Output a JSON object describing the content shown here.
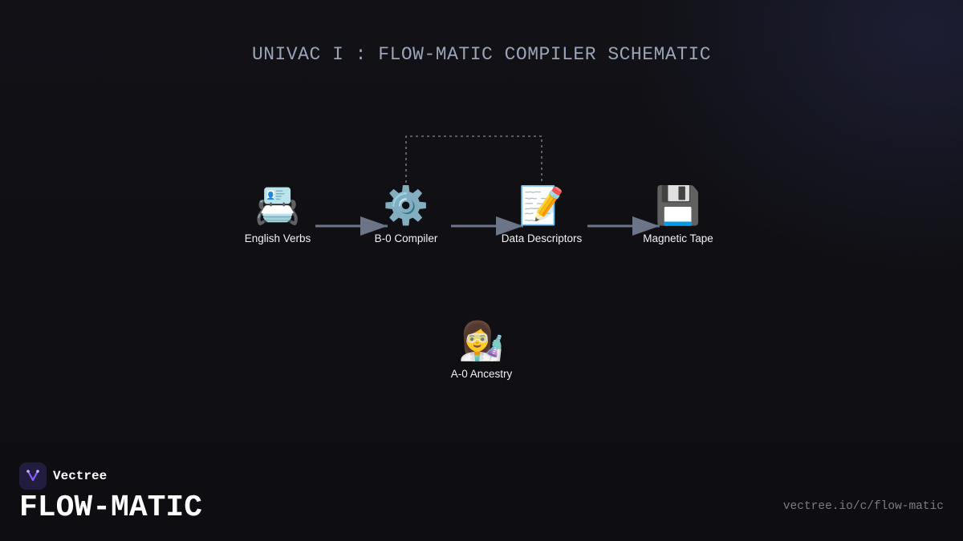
{
  "title": "UNIVAC I : FLOW-MATIC COMPILER SCHEMATIC",
  "nodes": [
    {
      "id": "english-verbs",
      "label": "English Verbs",
      "icon": "card-index-icon",
      "glyph": "📇"
    },
    {
      "id": "b0-compiler",
      "label": "B-0 Compiler",
      "icon": "gear-icon",
      "glyph": "⚙️"
    },
    {
      "id": "data-descriptors",
      "label": "Data Descriptors",
      "icon": "memo-icon",
      "glyph": "📝"
    },
    {
      "id": "magnetic-tape",
      "label": "Magnetic Tape",
      "icon": "floppy-disk-icon",
      "glyph": "💾"
    },
    {
      "id": "a0-ancestry",
      "label": "A-0 Ancestry",
      "icon": "scientist-icon",
      "glyph": "👩‍🔬"
    }
  ],
  "edges": [
    {
      "from": "english-verbs",
      "to": "b0-compiler",
      "style": "solid"
    },
    {
      "from": "b0-compiler",
      "to": "data-descriptors",
      "style": "solid"
    },
    {
      "from": "data-descriptors",
      "to": "magnetic-tape",
      "style": "solid"
    },
    {
      "from": "b0-compiler",
      "to": "data-descriptors",
      "style": "dashed"
    }
  ],
  "brand": {
    "name": "Vectree",
    "logo_icon": "vectree-logo-icon",
    "product": "FLOW-MATIC",
    "url": "vectree.io/c/flow-matic"
  },
  "colors": {
    "background": "#0f0f13",
    "arrow": "#6b7587",
    "dashed": "#6b7587",
    "title": "#9aa4b6",
    "logo_accent": "#8b5cf6"
  }
}
